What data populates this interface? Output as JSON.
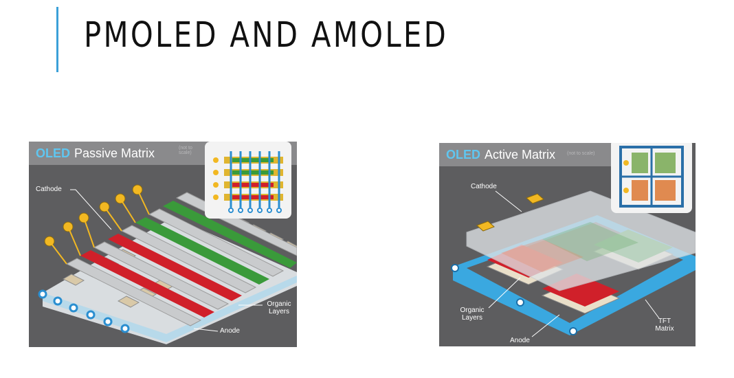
{
  "slide": {
    "title": "PMOLED AND AMOLED",
    "accent_color": "#3aa0d8"
  },
  "passive": {
    "header_oled": "OLED",
    "header_kind": "Passive Matrix",
    "note": "(not to scale)",
    "labels": {
      "cathode": "Cathode",
      "organic": "Organic Layers",
      "anode": "Anode"
    }
  },
  "active": {
    "header_oled": "OLED",
    "header_kind": "Active Matrix",
    "note": "(not to scale)",
    "labels": {
      "cathode": "Cathode",
      "organic": "Organic Layers",
      "anode": "Anode",
      "tft": "TFT Matrix"
    }
  },
  "colors": {
    "red_layer": "#d0202a",
    "green_layer": "#3a9a3a",
    "contact_yellow": "#f2b822",
    "substrate_blue": "#3aa8e0"
  }
}
